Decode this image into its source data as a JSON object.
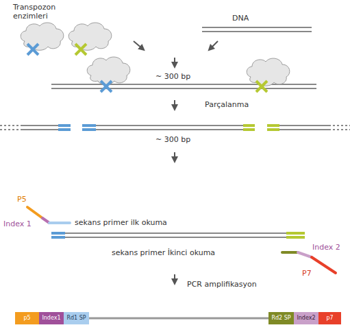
{
  "diagram": {
    "nodes": [
      {
        "text": [
          "p5"
        ]
      },
      {
        "text": [
          "Index1"
        ]
      },
      {
        "text": [
          "Rd1 SP"
        ]
      },
      {
        "text": [
          "Rd2 SP"
        ]
      },
      {
        "text": [
          "Index2"
        ]
      },
      {
        "text": [
          "p7"
        ]
      }
    ],
    "edges": [
      {
        "from": 2,
        "to": 3,
        "arrow": "none"
      }
    ],
    "labels": [
      "Transpozon enzimleri",
      "DNA",
      "~ 300 bp",
      "Parçalanma",
      "~ 300 bp",
      "P5",
      "Index 1",
      "sekans primer ilk okuma",
      "sekans primer İkinci okuma",
      "Index 2",
      "P7",
      "PCR amplifikasyon"
    ]
  }
}
